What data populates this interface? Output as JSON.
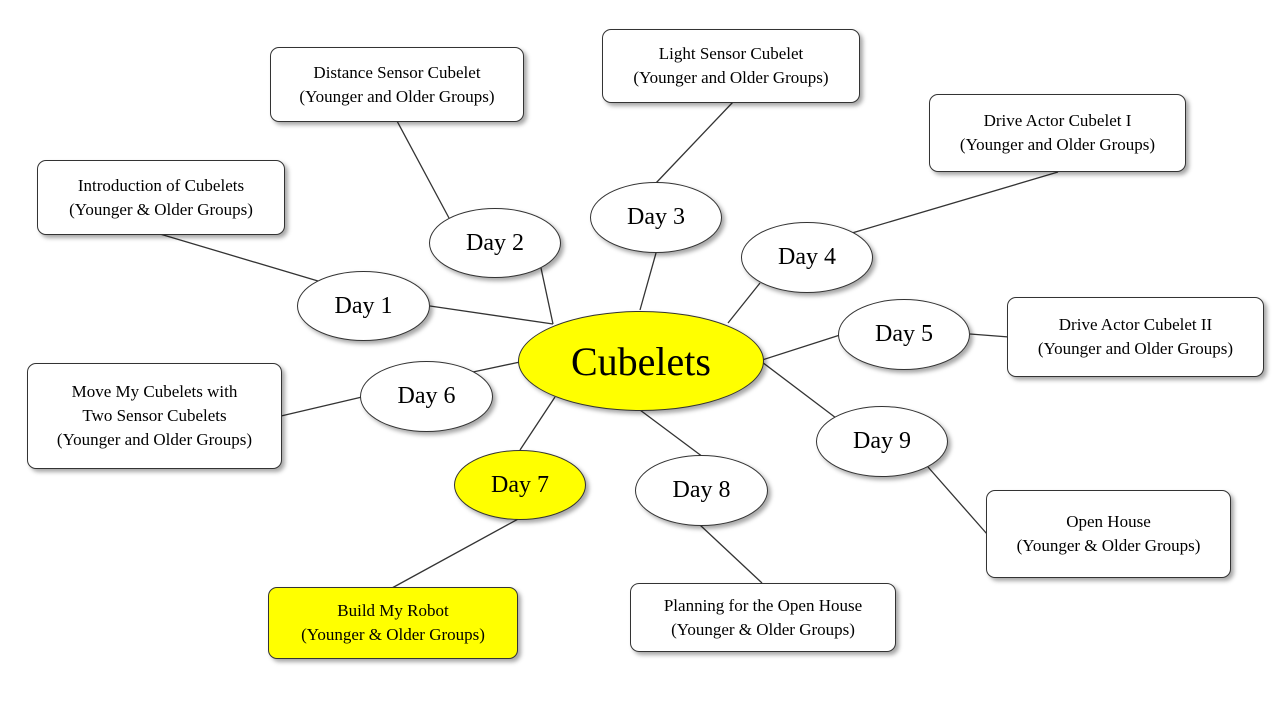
{
  "center": {
    "label": "Cubelets"
  },
  "days": {
    "d1": "Day 1",
    "d2": "Day 2",
    "d3": "Day 3",
    "d4": "Day 4",
    "d5": "Day 5",
    "d6": "Day 6",
    "d7": "Day 7",
    "d8": "Day 8",
    "d9": "Day 9"
  },
  "topics": {
    "d1": [
      "Introduction  of Cubelets",
      "(Younger  & Older Groups)"
    ],
    "d2": [
      "Distance Sensor Cubelet",
      "(Younger and Older Groups)"
    ],
    "d3": [
      "Light  Sensor Cubelet",
      "(Younger  and Older Groups)"
    ],
    "d4": [
      "Drive Actor Cubelet I",
      "(Younger and Older Groups)"
    ],
    "d5": [
      "Drive Actor Cubelet II",
      "(Younger and Older Groups)"
    ],
    "d6": [
      "Move My Cubelets with",
      "Two Sensor Cubelets",
      "(Younger and Older Groups)"
    ],
    "d7": [
      "Build My Robot",
      "(Younger  & Older Groups)"
    ],
    "d8": [
      "Planning for the Open House",
      "(Younger  & Older Groups)"
    ],
    "d9": [
      "Open House",
      "(Younger  & Older Groups)"
    ]
  },
  "highlight_color": "#ffff00"
}
